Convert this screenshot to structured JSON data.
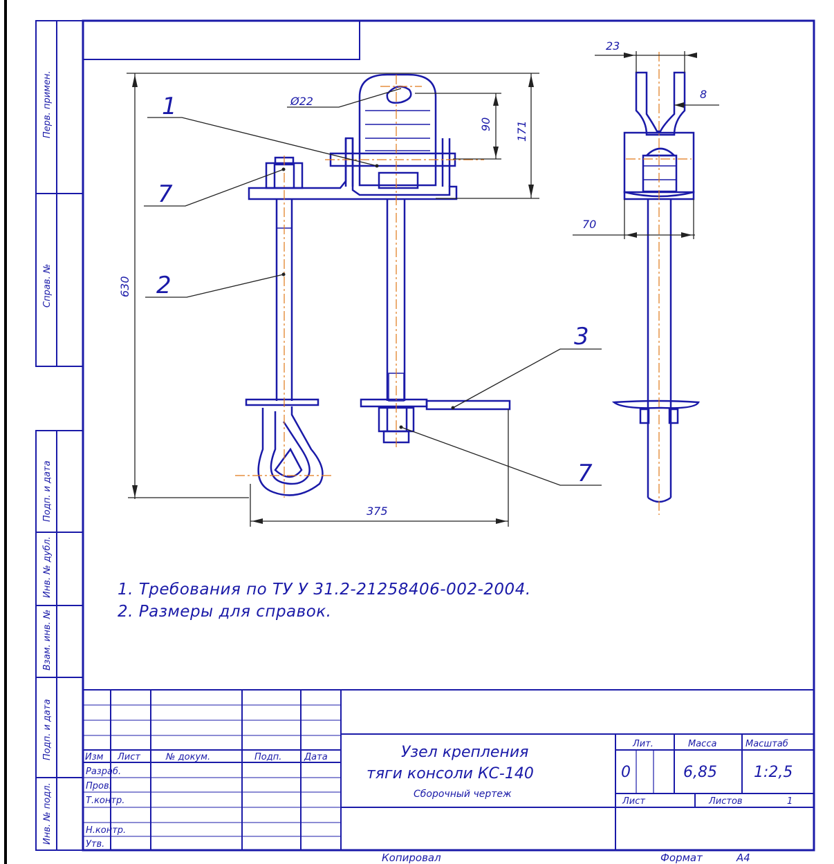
{
  "side_column": {
    "perv_primen": "Перв. примен.",
    "sprav_no": "Справ. №",
    "podp_data_1": "Подп. и дата",
    "inv_dubl": "Инв. № дубл.",
    "vzam_inv": "Взам. инв. №",
    "podp_data_2": "Подп. и дата",
    "inv_podl": "Инв. № подл."
  },
  "drawing": {
    "callouts": [
      "1",
      "7",
      "2",
      "3",
      "7"
    ],
    "dimensions": {
      "hole_diameter": "Ø22",
      "d90": "90",
      "d171": "171",
      "d630": "630",
      "d375": "375",
      "d23": "23",
      "d8": "8",
      "d70": "70"
    }
  },
  "notes": [
    "1. Требования по ТУ У 31.2-21258406-002-2004.",
    "2. Размеры для справок."
  ],
  "title_block": {
    "headers": {
      "izm": "Изм",
      "list": "Лист",
      "doc_no": "№ докум.",
      "podp": "Подп.",
      "data": "Дата"
    },
    "roles": {
      "razrab": "Разраб.",
      "prov": "Пров.",
      "t_kontr": "Т.контр.",
      "n_kontr": "Н.контр.",
      "utv": "Утв."
    },
    "title_line1": "Узел крепления",
    "title_line2": "тяги консоли КС-140",
    "subtitle": "Сборочный чертеж",
    "lit_label": "Лит.",
    "massa_label": "Масса",
    "masshtab_label": "Масштаб",
    "lit_value": "0",
    "massa_value": "6,85",
    "masshtab_value": "1:2,5",
    "list_label": "Лист",
    "listov_label": "Листов",
    "listov_value": "1"
  },
  "footer": {
    "kopiroval": "Копировал",
    "format_label": "Формат",
    "format_value": "А4"
  },
  "colors": {
    "outline": "#1a1aa8",
    "centerline": "#e07818",
    "dimension": "#222222"
  }
}
